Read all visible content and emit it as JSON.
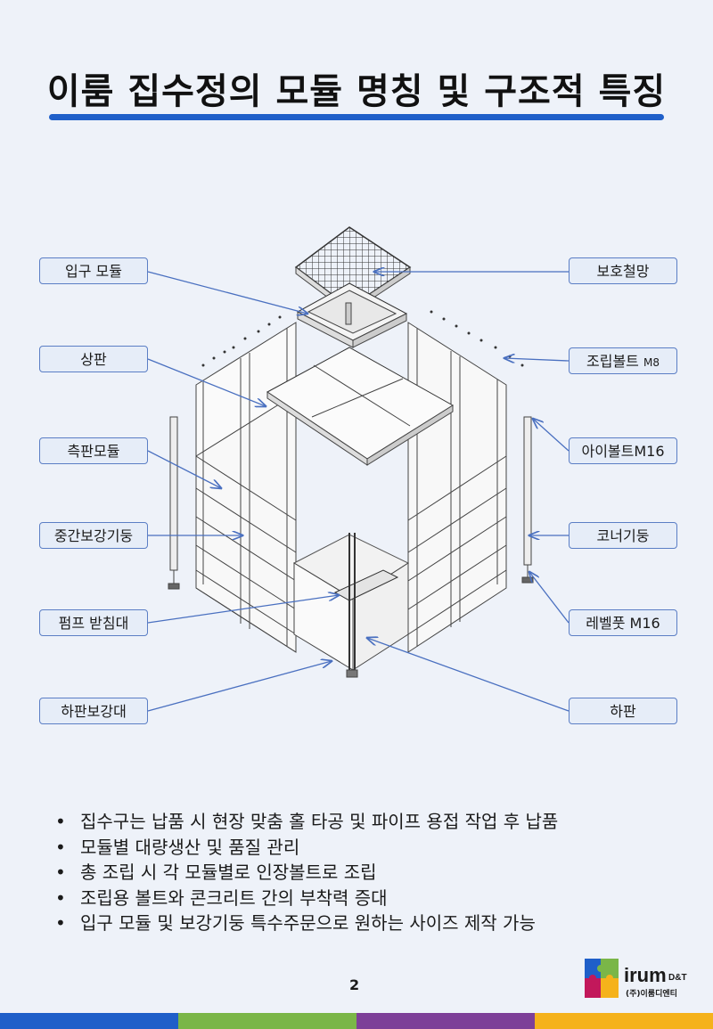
{
  "title": "이룸 집수정의 모듈 명칭 및 구조적 특징",
  "labels": {
    "inlet_module": "입구 모듈",
    "top_plate": "상판",
    "side_module": "측판모듈",
    "mid_column": "중간보강기둥",
    "pump_support": "펌프 받침대",
    "bottom_reinforce": "하판보강대",
    "grating": "보호철망",
    "assembly_bolt": "조립볼트",
    "assembly_bolt_size": "M8",
    "eye_bolt": "아이볼트M16",
    "corner_column": "코너기둥",
    "level_foot": "레벨풋 M16",
    "bottom_plate": "하판"
  },
  "bullets": [
    "집수구는 납품 시 현장 맞춤 홀 타공 및 파이프 용접 작업 후 납품",
    "모듈별 대량생산 및 품질 관리",
    "총 조립 시 각 모듈별로 인장볼트로 조립",
    "조립용 볼트와  콘크리트 간의 부착력 증대",
    "입구 모듈 및 보강기둥 특수주문으로 원하는 사이즈 제작 가능"
  ],
  "page_number": "2",
  "logo": {
    "name": "irum",
    "suffix": "D&T",
    "company": "(주)이룸디엔티"
  },
  "colors": {
    "accent": "#1f5fc9",
    "label_border": "#5b7ec5",
    "arrow": "#4a70c0",
    "bar": [
      "#1f5fc9",
      "#7ab648",
      "#7d3f98",
      "#f5b21b"
    ]
  }
}
